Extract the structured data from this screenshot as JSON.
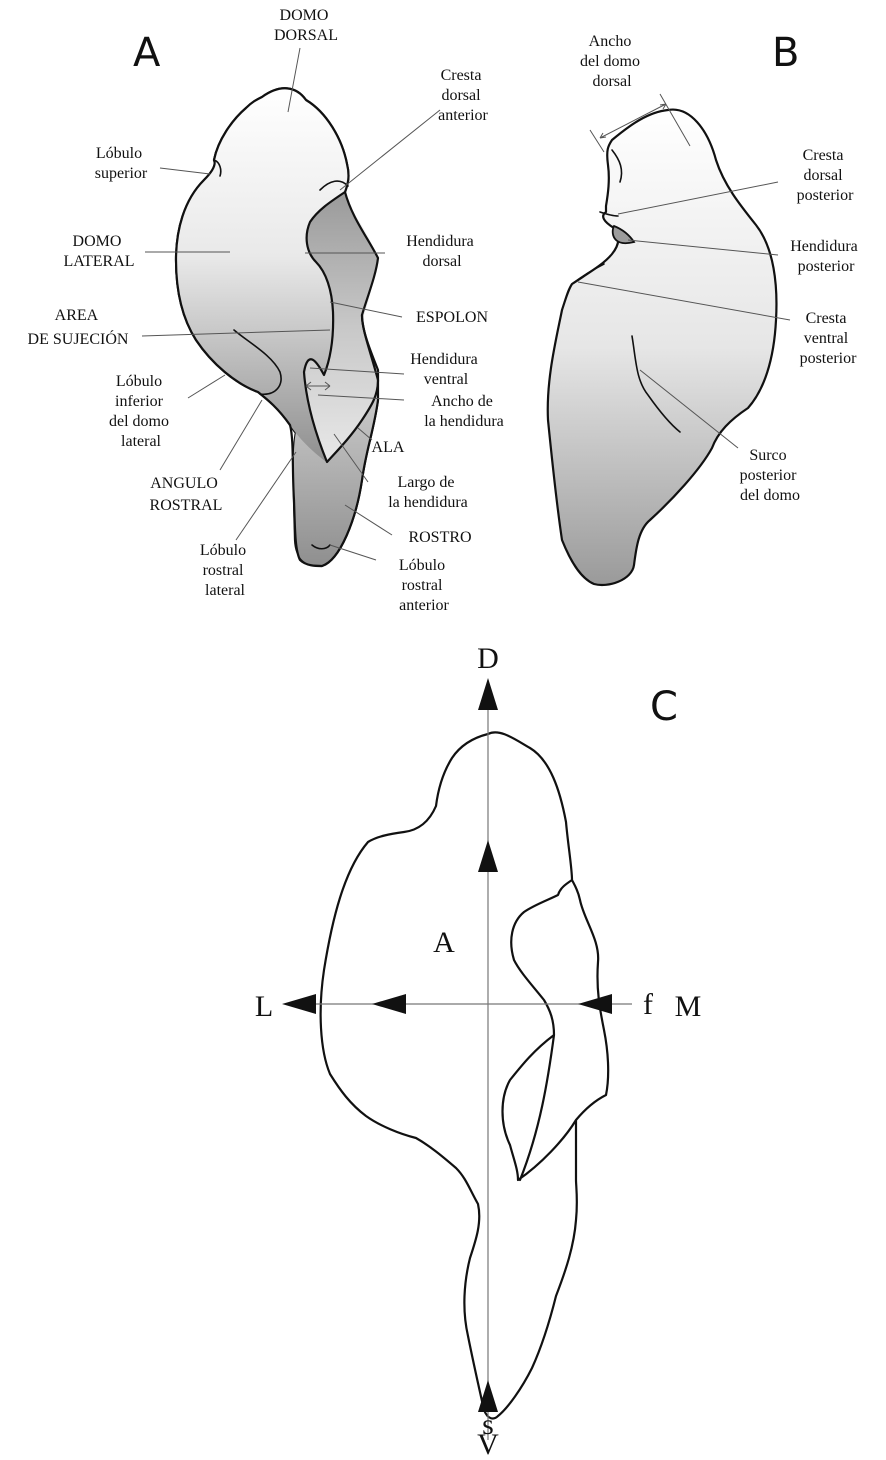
{
  "panels": {
    "a": {
      "letter": "A",
      "labels": {
        "domo_dorsal": [
          "DOMO",
          "DORSAL"
        ],
        "cresta_dorsal_anterior": [
          "Cresta",
          "dorsal",
          "anterior"
        ],
        "lobulo_superior": [
          "Lóbulo",
          "superior"
        ],
        "domo_lateral": [
          "DOMO",
          "LATERAL"
        ],
        "hendidura_dorsal": [
          "Hendidura",
          "dorsal"
        ],
        "area_sujecion": [
          "AREA",
          "DE SUJECIÓN"
        ],
        "espolon": "ESPOLON",
        "hendidura_ventral": [
          "Hendidura",
          "ventral"
        ],
        "lobulo_inferior": [
          "Lóbulo",
          "inferior",
          "del domo",
          "lateral"
        ],
        "ancho_hendidura": [
          "Ancho de",
          "la hendidura"
        ],
        "ala": "ALA",
        "angulo_rostral": [
          "ANGULO",
          "ROSTRAL"
        ],
        "largo_hendidura": [
          "Largo de",
          "la hendidura"
        ],
        "rostro": "ROSTRO",
        "lobulo_rostral_lateral": [
          "Lóbulo",
          "rostral",
          "lateral"
        ],
        "lobulo_rostral_anterior": [
          "Lóbulo",
          "rostral",
          "anterior"
        ]
      }
    },
    "b": {
      "letter": "B",
      "labels": {
        "ancho_domo_dorsal": [
          "Ancho",
          "del domo",
          "dorsal"
        ],
        "cresta_dorsal_posterior": [
          "Cresta",
          "dorsal",
          "posterior"
        ],
        "hendidura_posterior": [
          "Hendidura",
          "posterior"
        ],
        "cresta_ventral_posterior": [
          "Cresta",
          "ventral",
          "posterior"
        ],
        "surco_posterior": [
          "Surco",
          "posterior",
          "del domo"
        ]
      }
    },
    "c": {
      "letter": "C",
      "axes": {
        "dorsal": "D",
        "ventral": "V",
        "lateral": "L",
        "medial": "M",
        "inner": "A",
        "f": "f",
        "s": "s"
      }
    }
  }
}
